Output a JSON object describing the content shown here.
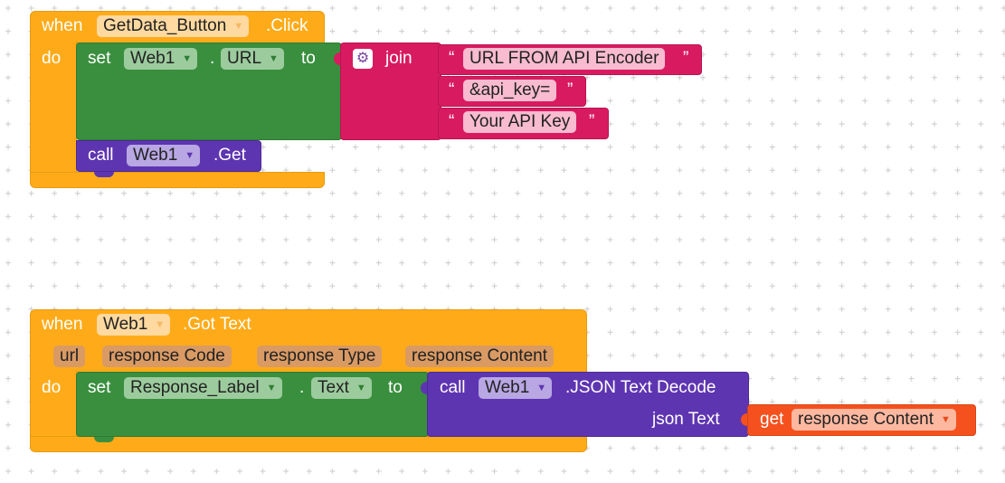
{
  "block1": {
    "when": "when",
    "component": "GetData_Button",
    "event": ".Click",
    "do": "do",
    "set": "set",
    "set_component": "Web1",
    "dot": ".",
    "property": "URL",
    "to": "to",
    "join": "join",
    "strings": [
      "URL FROM API Encoder",
      "&api_key=",
      "Your API Key"
    ],
    "call": "call",
    "call_component": "Web1",
    "method": ".Get"
  },
  "block2": {
    "when": "when",
    "component": "Web1",
    "event": ".Got Text",
    "params": [
      "url",
      "response Code",
      "response Type",
      "response Content"
    ],
    "do": "do",
    "set": "set",
    "set_component": "Response_Label",
    "dot": ".",
    "property": "Text",
    "to": "to",
    "call": "call",
    "call_component": "Web1",
    "method": ".JSON Text Decode",
    "arg_label": "json Text",
    "get": "get",
    "get_var": "response Content"
  },
  "symbols": {
    "open_quote": "“",
    "close_quote": "”",
    "dropdown_arrow": "▼",
    "mutator_icon": "gear-icon"
  },
  "colors": {
    "event": "#ffab19",
    "setter": "#3a8f3e",
    "text_join": "#d81b60",
    "component_call": "#5e35b1",
    "variable_get": "#f4511e"
  }
}
